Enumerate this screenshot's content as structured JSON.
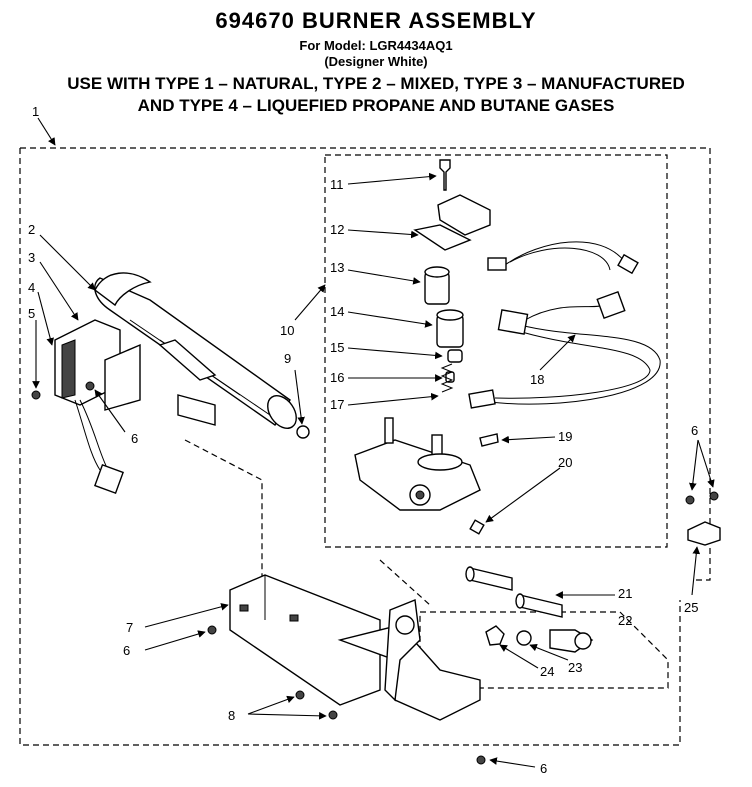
{
  "header": {
    "title": "694670 BURNER ASSEMBLY",
    "model_line": "For Model: LGR4434AQ1",
    "color_line": "(Designer White)",
    "usage_line1": "USE WITH TYPE 1 – NATURAL, TYPE 2 – MIXED, TYPE 3 – MANUFACTURED",
    "usage_line2": "AND TYPE 4 – LIQUEFIED PROPANE AND BUTANE GASES"
  },
  "callouts": {
    "c1": "1",
    "c2": "2",
    "c3": "3",
    "c4": "4",
    "c5": "5",
    "c6a": "6",
    "c6b": "6",
    "c6c": "6",
    "c6d": "6",
    "c7": "7",
    "c8": "8",
    "c9": "9",
    "c10": "10",
    "c11": "11",
    "c12": "12",
    "c13": "13",
    "c14": "14",
    "c15": "15",
    "c16": "16",
    "c17": "17",
    "c18": "18",
    "c19": "19",
    "c20": "20",
    "c21": "21",
    "c22": "22",
    "c23": "23",
    "c24": "24",
    "c25": "25"
  }
}
